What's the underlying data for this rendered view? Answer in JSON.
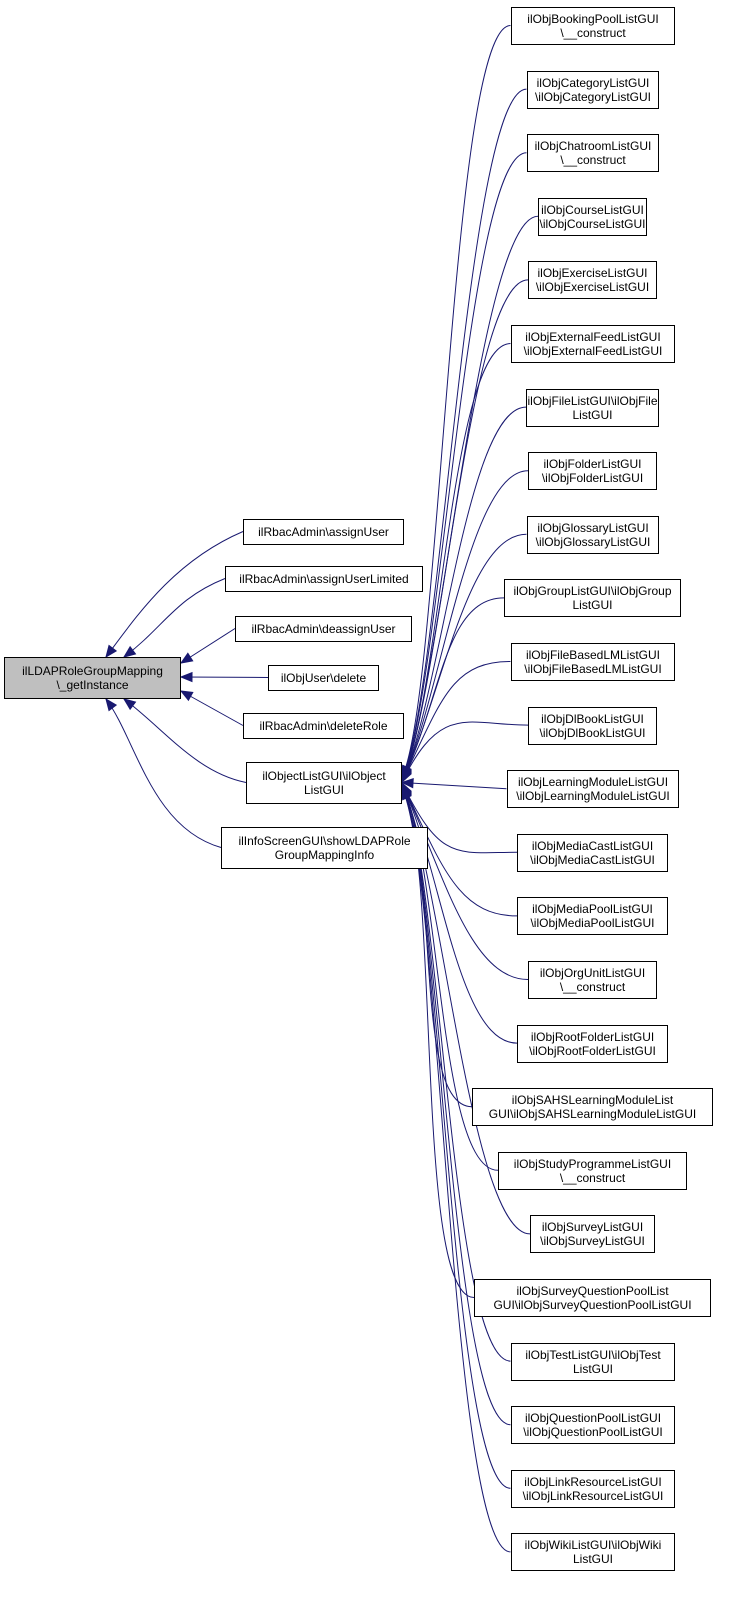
{
  "graph": {
    "colors": {
      "edge": "#191970",
      "root_fill": "#bfbfbf",
      "node_fill": "#ffffff",
      "border": "#000000"
    },
    "root": {
      "id": "root",
      "lines": [
        "ilLDAPRoleGroupMapping",
        "\\_getInstance"
      ]
    },
    "callers": [
      {
        "id": "assignUser",
        "lines": [
          "ilRbacAdmin\\assignUser"
        ]
      },
      {
        "id": "assignUserLimited",
        "lines": [
          "ilRbacAdmin\\assignUserLimited"
        ]
      },
      {
        "id": "deassignUser",
        "lines": [
          "ilRbacAdmin\\deassignUser"
        ]
      },
      {
        "id": "userDelete",
        "lines": [
          "ilObjUser\\delete"
        ]
      },
      {
        "id": "deleteRole",
        "lines": [
          "ilRbacAdmin\\deleteRole"
        ]
      },
      {
        "id": "objectList",
        "lines": [
          "ilObjectListGUI\\ilObject",
          "ListGUI"
        ]
      },
      {
        "id": "infoScreen",
        "lines": [
          "ilInfoScreenGUI\\showLDAPRole",
          "GroupMappingInfo"
        ]
      }
    ],
    "subclasses": [
      {
        "id": "c1",
        "lines": [
          "ilObjBookingPoolListGUI",
          "\\__construct"
        ]
      },
      {
        "id": "c2",
        "lines": [
          "ilObjCategoryListGUI",
          "\\ilObjCategoryListGUI"
        ]
      },
      {
        "id": "c3",
        "lines": [
          "ilObjChatroomListGUI",
          "\\__construct"
        ]
      },
      {
        "id": "c4",
        "lines": [
          "ilObjCourseListGUI",
          "\\ilObjCourseListGUI"
        ]
      },
      {
        "id": "c5",
        "lines": [
          "ilObjExerciseListGUI",
          "\\ilObjExerciseListGUI"
        ]
      },
      {
        "id": "c6",
        "lines": [
          "ilObjExternalFeedListGUI",
          "\\ilObjExternalFeedListGUI"
        ]
      },
      {
        "id": "c7",
        "lines": [
          "ilObjFileListGUI\\ilObjFile",
          "ListGUI"
        ]
      },
      {
        "id": "c8",
        "lines": [
          "ilObjFolderListGUI",
          "\\ilObjFolderListGUI"
        ]
      },
      {
        "id": "c9",
        "lines": [
          "ilObjGlossaryListGUI",
          "\\ilObjGlossaryListGUI"
        ]
      },
      {
        "id": "c10",
        "lines": [
          "ilObjGroupListGUI\\ilObjGroup",
          "ListGUI"
        ]
      },
      {
        "id": "c11",
        "lines": [
          "ilObjFileBasedLMListGUI",
          "\\ilObjFileBasedLMListGUI"
        ]
      },
      {
        "id": "c12",
        "lines": [
          "ilObjDlBookListGUI",
          "\\ilObjDlBookListGUI"
        ]
      },
      {
        "id": "c13",
        "lines": [
          "ilObjLearningModuleListGUI",
          "\\ilObjLearningModuleListGUI"
        ]
      },
      {
        "id": "c14",
        "lines": [
          "ilObjMediaCastListGUI",
          "\\ilObjMediaCastListGUI"
        ]
      },
      {
        "id": "c15",
        "lines": [
          "ilObjMediaPoolListGUI",
          "\\ilObjMediaPoolListGUI"
        ]
      },
      {
        "id": "c16",
        "lines": [
          "ilObjOrgUnitListGUI",
          "\\__construct"
        ]
      },
      {
        "id": "c17",
        "lines": [
          "ilObjRootFolderListGUI",
          "\\ilObjRootFolderListGUI"
        ]
      },
      {
        "id": "c18",
        "lines": [
          "ilObjSAHSLearningModuleList",
          "GUI\\ilObjSAHSLearningModuleListGUI"
        ]
      },
      {
        "id": "c19",
        "lines": [
          "ilObjStudyProgrammeListGUI",
          "\\__construct"
        ]
      },
      {
        "id": "c20",
        "lines": [
          "ilObjSurveyListGUI",
          "\\ilObjSurveyListGUI"
        ]
      },
      {
        "id": "c21",
        "lines": [
          "ilObjSurveyQuestionPoolList",
          "GUI\\ilObjSurveyQuestionPoolListGUI"
        ]
      },
      {
        "id": "c22",
        "lines": [
          "ilObjTestListGUI\\ilObjTest",
          "ListGUI"
        ]
      },
      {
        "id": "c23",
        "lines": [
          "ilObjQuestionPoolListGUI",
          "\\ilObjQuestionPoolListGUI"
        ]
      },
      {
        "id": "c24",
        "lines": [
          "ilObjLinkResourceListGUI",
          "\\ilObjLinkResourceListGUI"
        ]
      },
      {
        "id": "c25",
        "lines": [
          "ilObjWikiListGUI\\ilObjWiki",
          "ListGUI"
        ]
      }
    ]
  }
}
